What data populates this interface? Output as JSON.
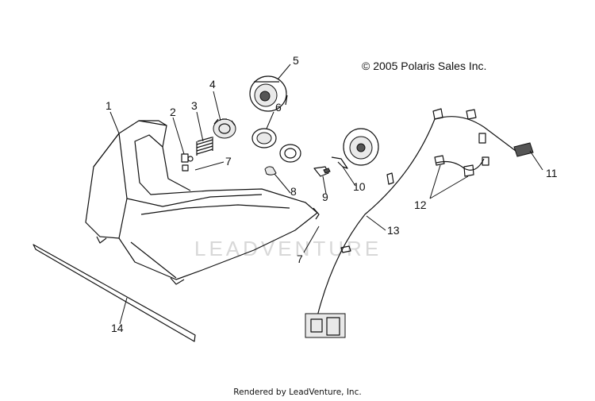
{
  "copyright": "© 2005 Polaris Sales Inc.",
  "watermark": "LEADVENTURE",
  "footer": "Rendered by LeadVenture, Inc.",
  "callouts": {
    "c1": "1",
    "c2": "2",
    "c3": "3",
    "c4": "4",
    "c5": "5",
    "c6": "6",
    "c7a": "7",
    "c7b": "7",
    "c8": "8",
    "c9": "9",
    "c10": "10",
    "c11": "11",
    "c12": "12",
    "c13": "13",
    "c14": "14"
  }
}
